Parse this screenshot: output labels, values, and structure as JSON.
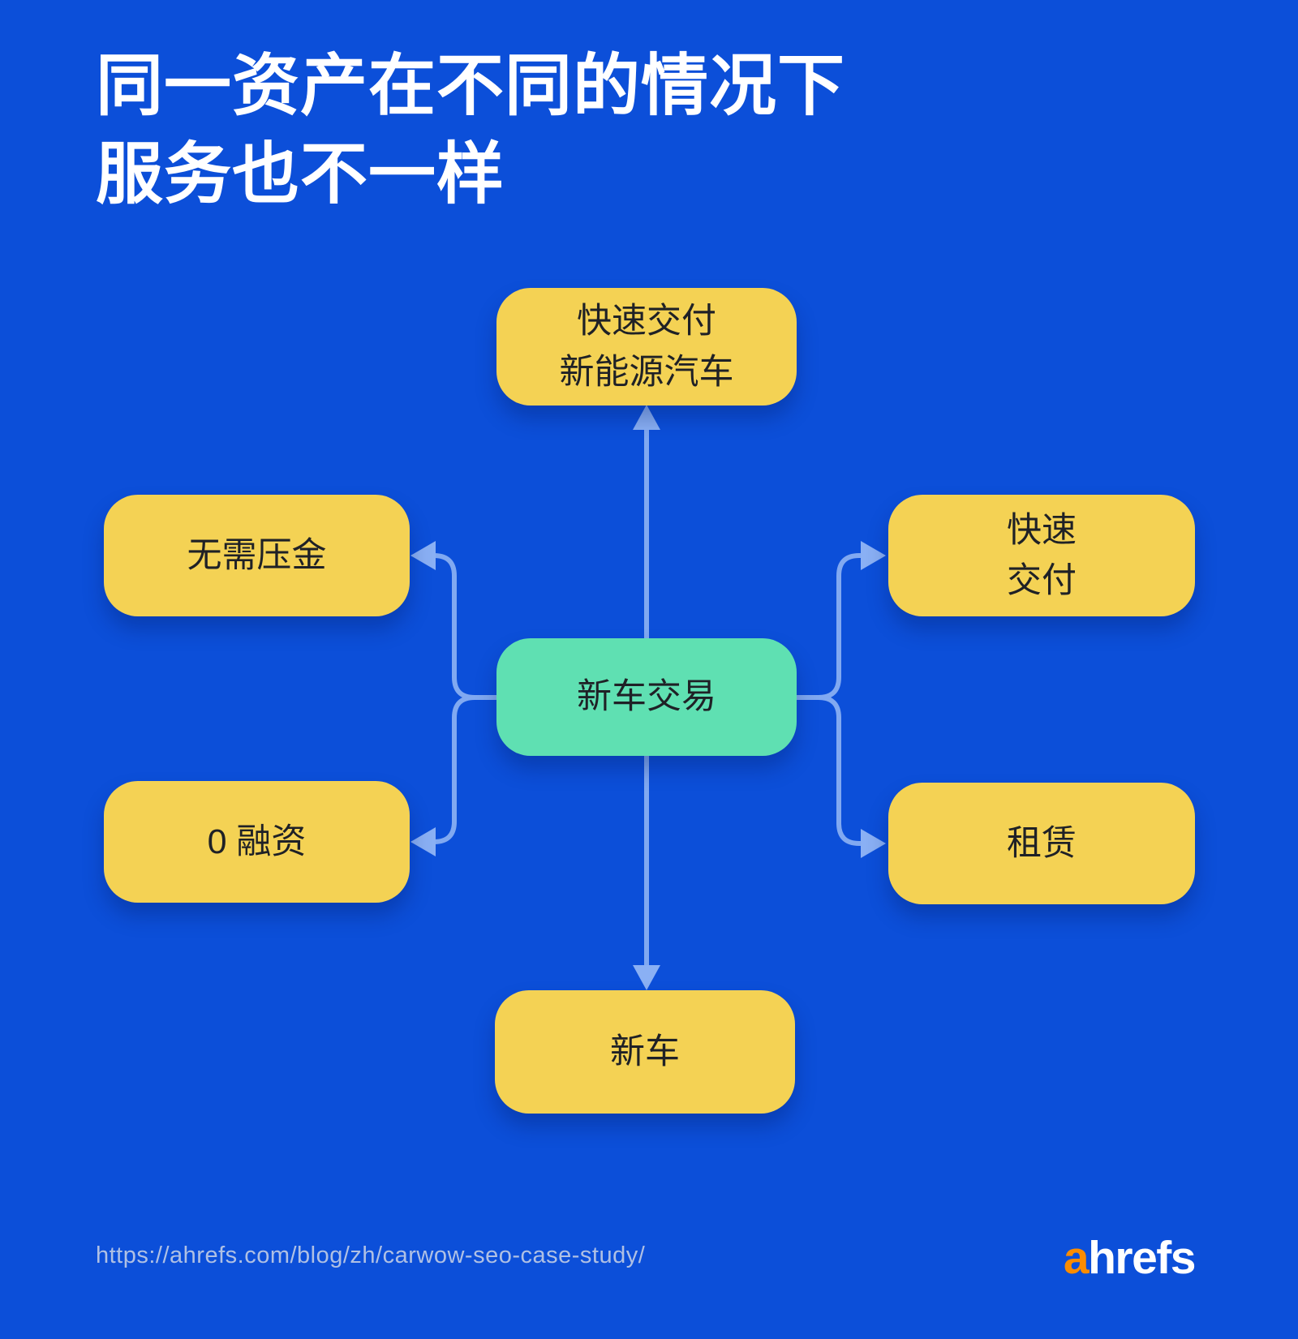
{
  "title": {
    "line1": "同一资产在不同的情况下",
    "line2": "服务也不一样"
  },
  "diagram": {
    "center": {
      "label": "新车交易"
    },
    "top": {
      "label": "快速交付\n新能源汽车"
    },
    "left_top": {
      "label": "无需压金"
    },
    "left_bottom": {
      "label": "0 融资"
    },
    "right_top": {
      "label": "快速\n交付"
    },
    "right_bottom": {
      "label": "租赁"
    },
    "bottom": {
      "label": "新车"
    }
  },
  "footer": {
    "url": "https://ahrefs.com/blog/zh/carwow-seo-case-study/",
    "logo_first_letter": "a",
    "logo_rest": "hrefs"
  },
  "colors": {
    "bg": "#0C4FD9",
    "node": "#F4D254",
    "centerNode": "#5FE0B2",
    "connector": "#81A9F1",
    "arrowhead": "#8AB0F4",
    "nodeText": "#1F2126",
    "titleText": "#FFFFFF",
    "urlText": "#AFC0E4",
    "logoOrange": "#FB8C00"
  }
}
